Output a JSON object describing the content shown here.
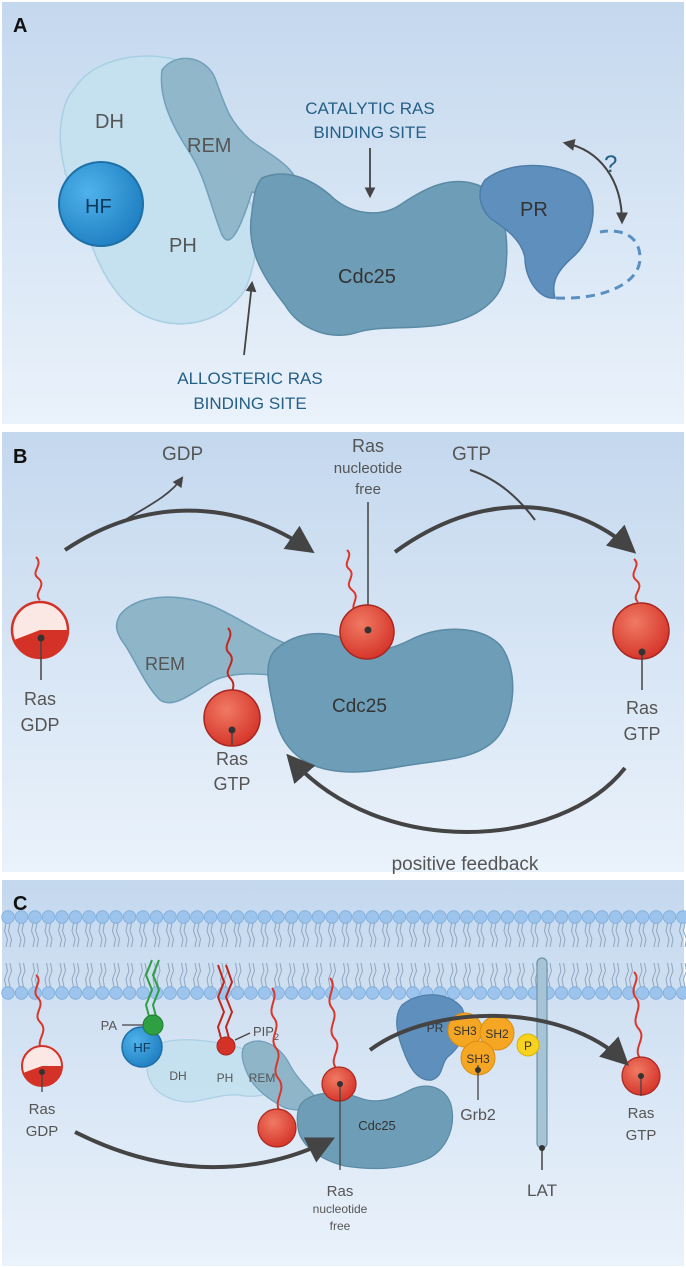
{
  "panels": {
    "A": {
      "letter": "A",
      "domains": {
        "dh": "DH",
        "rem": "REM",
        "hf": "HF",
        "ph": "PH",
        "cdc25": "Cdc25",
        "pr": "PR"
      },
      "question": "?",
      "catalytic_site": [
        "CATALYTIC RAS",
        "BINDING SITE"
      ],
      "allosteric_site": [
        "ALLOSTERIC RAS",
        "BINDING SITE"
      ]
    },
    "B": {
      "letter": "B",
      "gdp": "GDP",
      "gtp": "GTP",
      "ras_nucleotide_free": [
        "Ras",
        "nucleotide",
        "free"
      ],
      "ras_gdp": [
        "Ras",
        "GDP"
      ],
      "ras_gtp_right": [
        "Ras",
        "GTP"
      ],
      "ras_gtp_bound": [
        "Ras",
        "GTP"
      ],
      "rem": "REM",
      "cdc25": "Cdc25",
      "feedback": "positive feedback"
    },
    "C": {
      "letter": "C",
      "pa": "PA",
      "pip2": [
        "PIP",
        "2"
      ],
      "hf": "HF",
      "dh": "DH",
      "ph": "PH",
      "rem": "REM",
      "cdc25": "Cdc25",
      "pr": "PR",
      "sh3_top": "SH3",
      "sh2": "SH2",
      "sh3_bottom": "SH3",
      "p": "P",
      "grb2": "Grb2",
      "lat": "LAT",
      "ras_gdp": [
        "Ras",
        "GDP"
      ],
      "ras_gtp": [
        "Ras",
        "GTP"
      ],
      "ras_nucleotide_free": [
        "Ras",
        "nucleotide",
        "free"
      ]
    }
  },
  "colors": {
    "panel_bg_top": "#c4d8ee",
    "panel_bg_bottom": "#eaf2fb",
    "domain_light": "#c5e1f0",
    "domain_rem": "#8fb5c9",
    "domain_cdc25": "#6d9db7",
    "domain_pr": "#5f8fbd",
    "hf_blue": "#2d93d4",
    "ras_red": "#d9372b",
    "lipid_blue": "#9cc4ec",
    "grb2_orange": "#f5a623",
    "phospho_yellow": "#f7d21e",
    "arrow_dark": "#444444"
  }
}
